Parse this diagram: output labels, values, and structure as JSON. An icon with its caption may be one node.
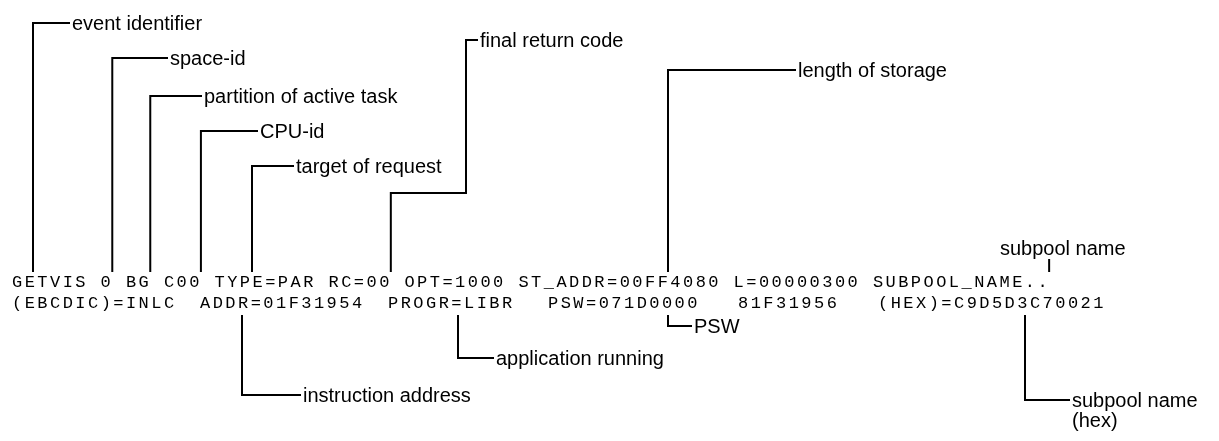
{
  "diagram": {
    "nodes": [
      {
        "text": [
          "event identifier"
        ]
      },
      {
        "text": [
          "final return code"
        ]
      },
      {
        "text": [
          "space-id"
        ]
      },
      {
        "text": [
          "length of storage"
        ]
      },
      {
        "text": [
          "partition of active task"
        ]
      },
      {
        "text": [
          "CPU-id"
        ]
      },
      {
        "text": [
          "target of request"
        ]
      },
      {
        "text": [
          "subpool name"
        ]
      },
      {
        "text": [
          "GETVIS"
        ]
      },
      {
        "text": [
          "0"
        ]
      },
      {
        "text": [
          "BG"
        ]
      },
      {
        "text": [
          "C00"
        ]
      },
      {
        "text": [
          "TYPE=PAR"
        ]
      },
      {
        "text": [
          "RC=00"
        ]
      },
      {
        "text": [
          "OPT=1000"
        ]
      },
      {
        "text": [
          "ST_ADDR=00FF4080"
        ]
      },
      {
        "text": [
          "L=00000300"
        ]
      },
      {
        "text": [
          "SUBPOOL_NAME.."
        ]
      },
      {
        "text": [
          "(EBCDIC)=INLC"
        ]
      },
      {
        "text": [
          "ADDR=01F31954"
        ]
      },
      {
        "text": [
          "PROGR=LIBR"
        ]
      },
      {
        "text": [
          "PSW=071D0000"
        ]
      },
      {
        "text": [
          "81F31956"
        ]
      },
      {
        "text": [
          "(HEX)=C9D5D3C70021"
        ]
      },
      {
        "text": [
          "PSW"
        ]
      },
      {
        "text": [
          "application running"
        ]
      },
      {
        "text": [
          "instruction address"
        ]
      },
      {
        "text": [
          "subpool name (hex)"
        ]
      }
    ],
    "edges": [
      {
        "from": 0,
        "to": 8,
        "arrow": "none"
      },
      {
        "from": 2,
        "to": 9,
        "arrow": "none"
      },
      {
        "from": 4,
        "to": 10,
        "arrow": "none"
      },
      {
        "from": 5,
        "to": 11,
        "arrow": "none"
      },
      {
        "from": 6,
        "to": 12,
        "arrow": "none"
      },
      {
        "from": 1,
        "to": 13,
        "arrow": "none"
      },
      {
        "from": 3,
        "to": 15,
        "arrow": "none"
      },
      {
        "from": 7,
        "to": 17,
        "arrow": "none"
      },
      {
        "from": 24,
        "to": 21,
        "arrow": "none"
      },
      {
        "from": 25,
        "to": 20,
        "arrow": "none"
      },
      {
        "from": 26,
        "to": 19,
        "arrow": "none"
      },
      {
        "from": 27,
        "to": 23,
        "arrow": "none"
      }
    ]
  }
}
